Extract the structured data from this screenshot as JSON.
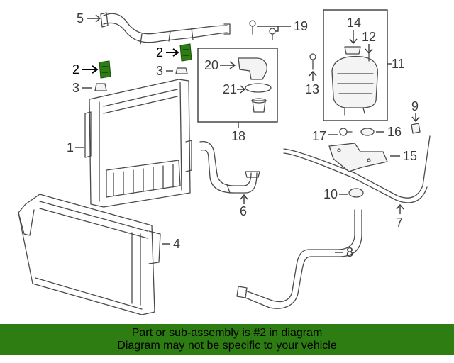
{
  "banner": {
    "line1": "Part or sub-assembly is #2 in diagram",
    "line2": "Diagram may not be specific to your vehicle",
    "color": "#2e7d12"
  },
  "highlight_color": "#2e7d12",
  "callouts": {
    "c1": "1",
    "c2a": "2",
    "c2b": "2",
    "c3a": "3",
    "c3b": "3",
    "c4": "4",
    "c5": "5",
    "c6": "6",
    "c7": "7",
    "c8": "8",
    "c9": "9",
    "c10": "10",
    "c11": "11",
    "c12": "12",
    "c13": "13",
    "c14": "14",
    "c15": "15",
    "c16": "16",
    "c17": "17",
    "c18": "18",
    "c19": "19",
    "c20": "20",
    "c21": "21"
  }
}
